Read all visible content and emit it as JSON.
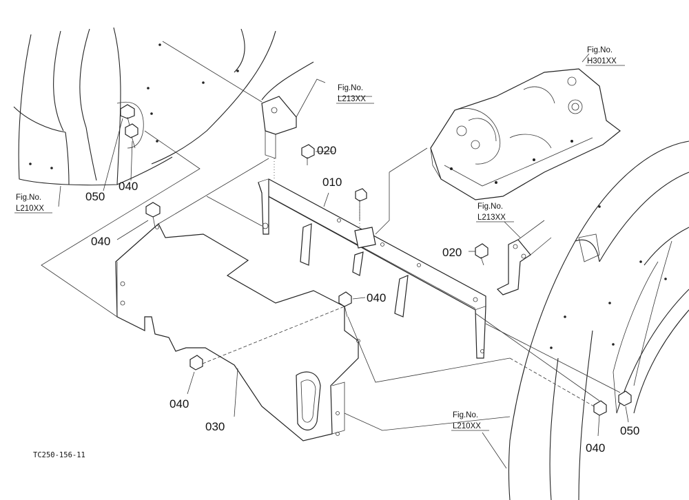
{
  "labels": {
    "p010": "010",
    "p020a": "020",
    "p020b": "020",
    "p030": "030",
    "p040a": "040",
    "p040b": "040",
    "p040c": "040",
    "p040d": "040",
    "p040e": "040",
    "p050a": "050",
    "p050b": "050"
  },
  "fig_refs": {
    "ref1": {
      "title": "Fig.No.",
      "code": "L213XX"
    },
    "ref2": {
      "title": "Fig.No.",
      "code": "H301XX"
    },
    "ref3": {
      "title": "Fig.No.",
      "code": "L210XX"
    },
    "ref4": {
      "title": "Fig.No.",
      "code": "L213XX"
    },
    "ref5": {
      "title": "Fig.No.",
      "code": "L210XX"
    }
  },
  "drawing_code": "TC250-156-11"
}
